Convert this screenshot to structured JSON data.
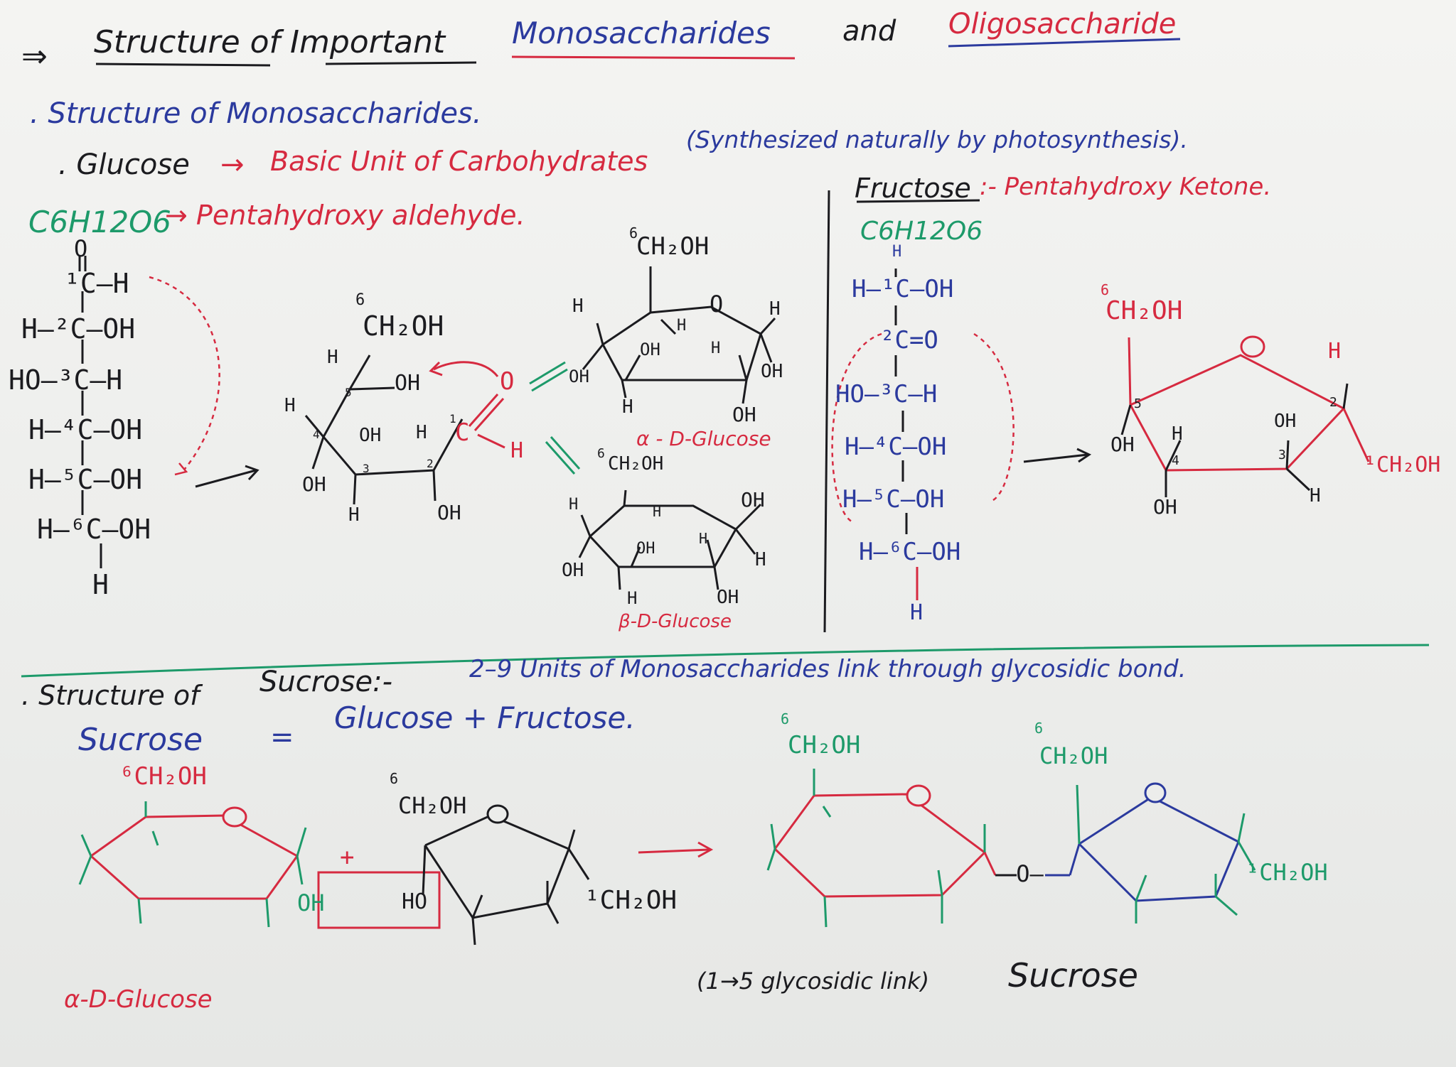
{
  "colors": {
    "black": "#1b1b1f",
    "blue": "#2b3a9e",
    "red": "#d62a40",
    "green": "#1d9a6a",
    "board": "#f1f1ef"
  },
  "heading": {
    "arrow": "⇒",
    "part1": "Structure of Important",
    "monosaccharides": "Monosaccharides",
    "and": "and",
    "oligosaccharide": "Oligosaccharide"
  },
  "mono": {
    "section_title": ". Structure of Monosaccharides.",
    "glucose_line": {
      "label": ". Glucose",
      "arrow": "→",
      "desc": "Basic Unit of Carbohydrates",
      "note": "(Synthesized naturally by photosynthesis)."
    },
    "glucose_formula": "C6H12O6",
    "glucose_type": "→ Pentahydroxy aldehyde.",
    "fructose_title": "Fructose",
    "fructose_desc": ":- Pentahydroxy Ketone.",
    "fructose_formula": "C6H12O6"
  },
  "glucose_chain": {
    "o": "O",
    "c1": "¹C–H",
    "c2": "H–²C–OH",
    "c3": "HO–³C–H",
    "c4": "H–⁴C–OH",
    "c5": "H–⁵C–OH",
    "c6": "H–⁶C–OH",
    "h": "H"
  },
  "open_ring": {
    "c6": "CH₂OH",
    "six": "6",
    "h4": "H",
    "h5": "H",
    "oh5": "OH",
    "oh4": "OH",
    "oh3": "OH",
    "h3": "H",
    "oh2": "OH",
    "h2": "H",
    "o1": "O",
    "c1": "C",
    "h1": "H",
    "n1": "1",
    "n2": "2",
    "n3": "3",
    "n4": "4",
    "n5": "5"
  },
  "alpha": {
    "c6": "CH₂OH",
    "six": "6",
    "ro": "O",
    "h4": "H",
    "h5": "H",
    "oh4": "OH",
    "oh3": "OH",
    "h3": "H",
    "h2": "H",
    "oh2": "OH",
    "oh1": "OH",
    "h1": "H",
    "label": "α - D-Glucose"
  },
  "beta": {
    "c6": "CH₂OH",
    "six": "6",
    "h4": "H",
    "h5": "H",
    "oh4": "OH",
    "oh3": "OH",
    "h3": "H",
    "h2": "H",
    "oh2": "OH",
    "oh1": "OH",
    "h1": "H",
    "label": "β-D-Glucose"
  },
  "fructose_chain": {
    "c1": "H–¹C–OH",
    "h": "H",
    "c2": "²C=O",
    "c3": "HO–³C–H",
    "c4": "H–⁴C–OH",
    "c5": "H–⁵C–OH",
    "c6": "H–⁶C–OH",
    "hb": "H"
  },
  "fructose_ring": {
    "c6": "CH₂OH",
    "six": "6",
    "o": "O",
    "h2": "H",
    "n5": "5",
    "n4": "4",
    "n3": "3",
    "n2": "2",
    "oh5": "OH",
    "h4": "H",
    "oh3": "OH",
    "oh4": "OH",
    "h3": "H",
    "c1": "¹CH₂OH"
  },
  "sucrose": {
    "title_prefix": ". Structure of",
    "title_word": "Sucrose:-",
    "title_desc": "2–9 Units of Monosaccharides link through glycosidic bond.",
    "eq_left": "Sucrose",
    "eq_sign": "=",
    "eq_right": "Glucose + Fructose.",
    "glc_c6": "⁶CH₂OH",
    "glc_label": "α-D-Glucose",
    "plus": "+",
    "water_left": "OH",
    "water_right": "HO",
    "fru_c6": "CH₂OH",
    "fru_six": "6",
    "fru_c1": "¹CH₂OH",
    "product_glc_c6": "CH₂OH",
    "product_fru_c6": "CH₂OH",
    "six": "6",
    "link_o": "–O–",
    "caption": "(1→5 glycosidic link)",
    "product_name": "Sucrose"
  }
}
